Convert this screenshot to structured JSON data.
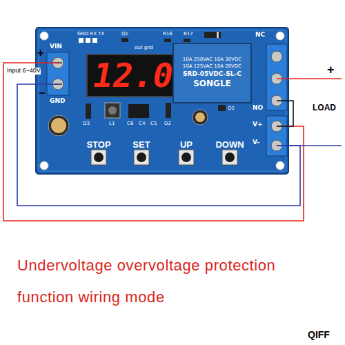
{
  "diagram": {
    "caption": "Undervoltage overvoltage protection function wiring mode",
    "nodes": [
      {
        "text": [
          "VIN",
          "GND",
          "GND RX TX",
          "Q1",
          "out gnd",
          "R16",
          "R17",
          "NC",
          "NO",
          "V+",
          "V-",
          "D3",
          "L1",
          "C6",
          "C4",
          "C5",
          "D2",
          "Q2",
          "STOP",
          "SET",
          "UP",
          "DOWN"
        ]
      },
      {
        "text": [
          "12.0"
        ],
        "in": 0
      },
      {
        "text": [
          "10A 250VAC 10A 30VDC",
          "10A 125VAC 10A 28VDC",
          "SRD-05VDC-SL-C",
          "SONGLE"
        ],
        "in": 0
      }
    ],
    "labels": [
      "+",
      "−",
      "Input 6~40V",
      "+",
      "LOAD",
      "QIFF"
    ]
  }
}
